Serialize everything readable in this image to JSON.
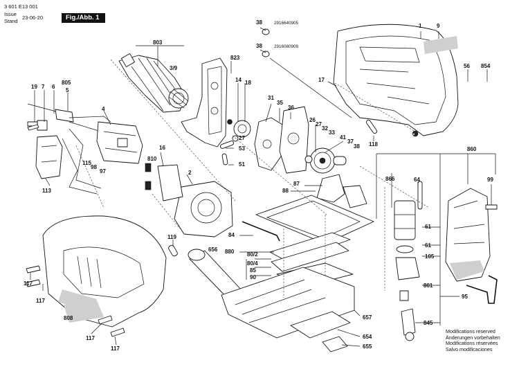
{
  "header": {
    "doc_number": "3 601 E13 001",
    "issue_label": "Issue",
    "stand_label": "Stand",
    "date": "23-06-20",
    "figure_label": "Fig./Abb. 1"
  },
  "part_labels": {
    "p1": "1",
    "p9": "9",
    "p38a": "38",
    "p38b": "38",
    "part_no_a": "2916640905",
    "part_no_b": "2916080909",
    "p803": "803",
    "p3_9": "3/9",
    "p823": "823",
    "p14": "14",
    "p18": "18",
    "p56": "56",
    "p854": "854",
    "p17": "17",
    "p19": "19",
    "p7": "7",
    "p6": "6",
    "p805": "805",
    "p5": "5",
    "p4": "4",
    "p31": "31",
    "p35": "35",
    "p36": "36",
    "p26": "26",
    "p27a": "27",
    "p32": "32",
    "p33": "33",
    "p41": "41",
    "p37": "37",
    "p38c": "38",
    "p118": "118",
    "p27b": "27",
    "p53": "53",
    "p51": "51",
    "p16": "16",
    "p810": "810",
    "p2": "2",
    "p115": "115",
    "p98": "98",
    "p97": "97",
    "p113": "113",
    "p860": "860",
    "p866": "866",
    "p64": "64",
    "p99": "99",
    "p87": "87",
    "p88": "88",
    "p61a": "61",
    "p61b": "61",
    "p105": "105",
    "p119": "119",
    "p84": "84",
    "p656": "656",
    "p880": "880",
    "p80_2": "80/2",
    "p80_4": "80/4",
    "p85": "85",
    "p90": "90",
    "p801": "801",
    "p95": "95",
    "p117a": "117",
    "p117b": "117",
    "p117c": "117",
    "p117d": "117",
    "p808": "808",
    "p657": "657",
    "p654": "654",
    "p655": "655",
    "p845": "845"
  },
  "notes": [
    "Modifications reserved",
    "Änderungen vorbehalten",
    "Modifications réservées",
    "Salvo modificaciones"
  ]
}
